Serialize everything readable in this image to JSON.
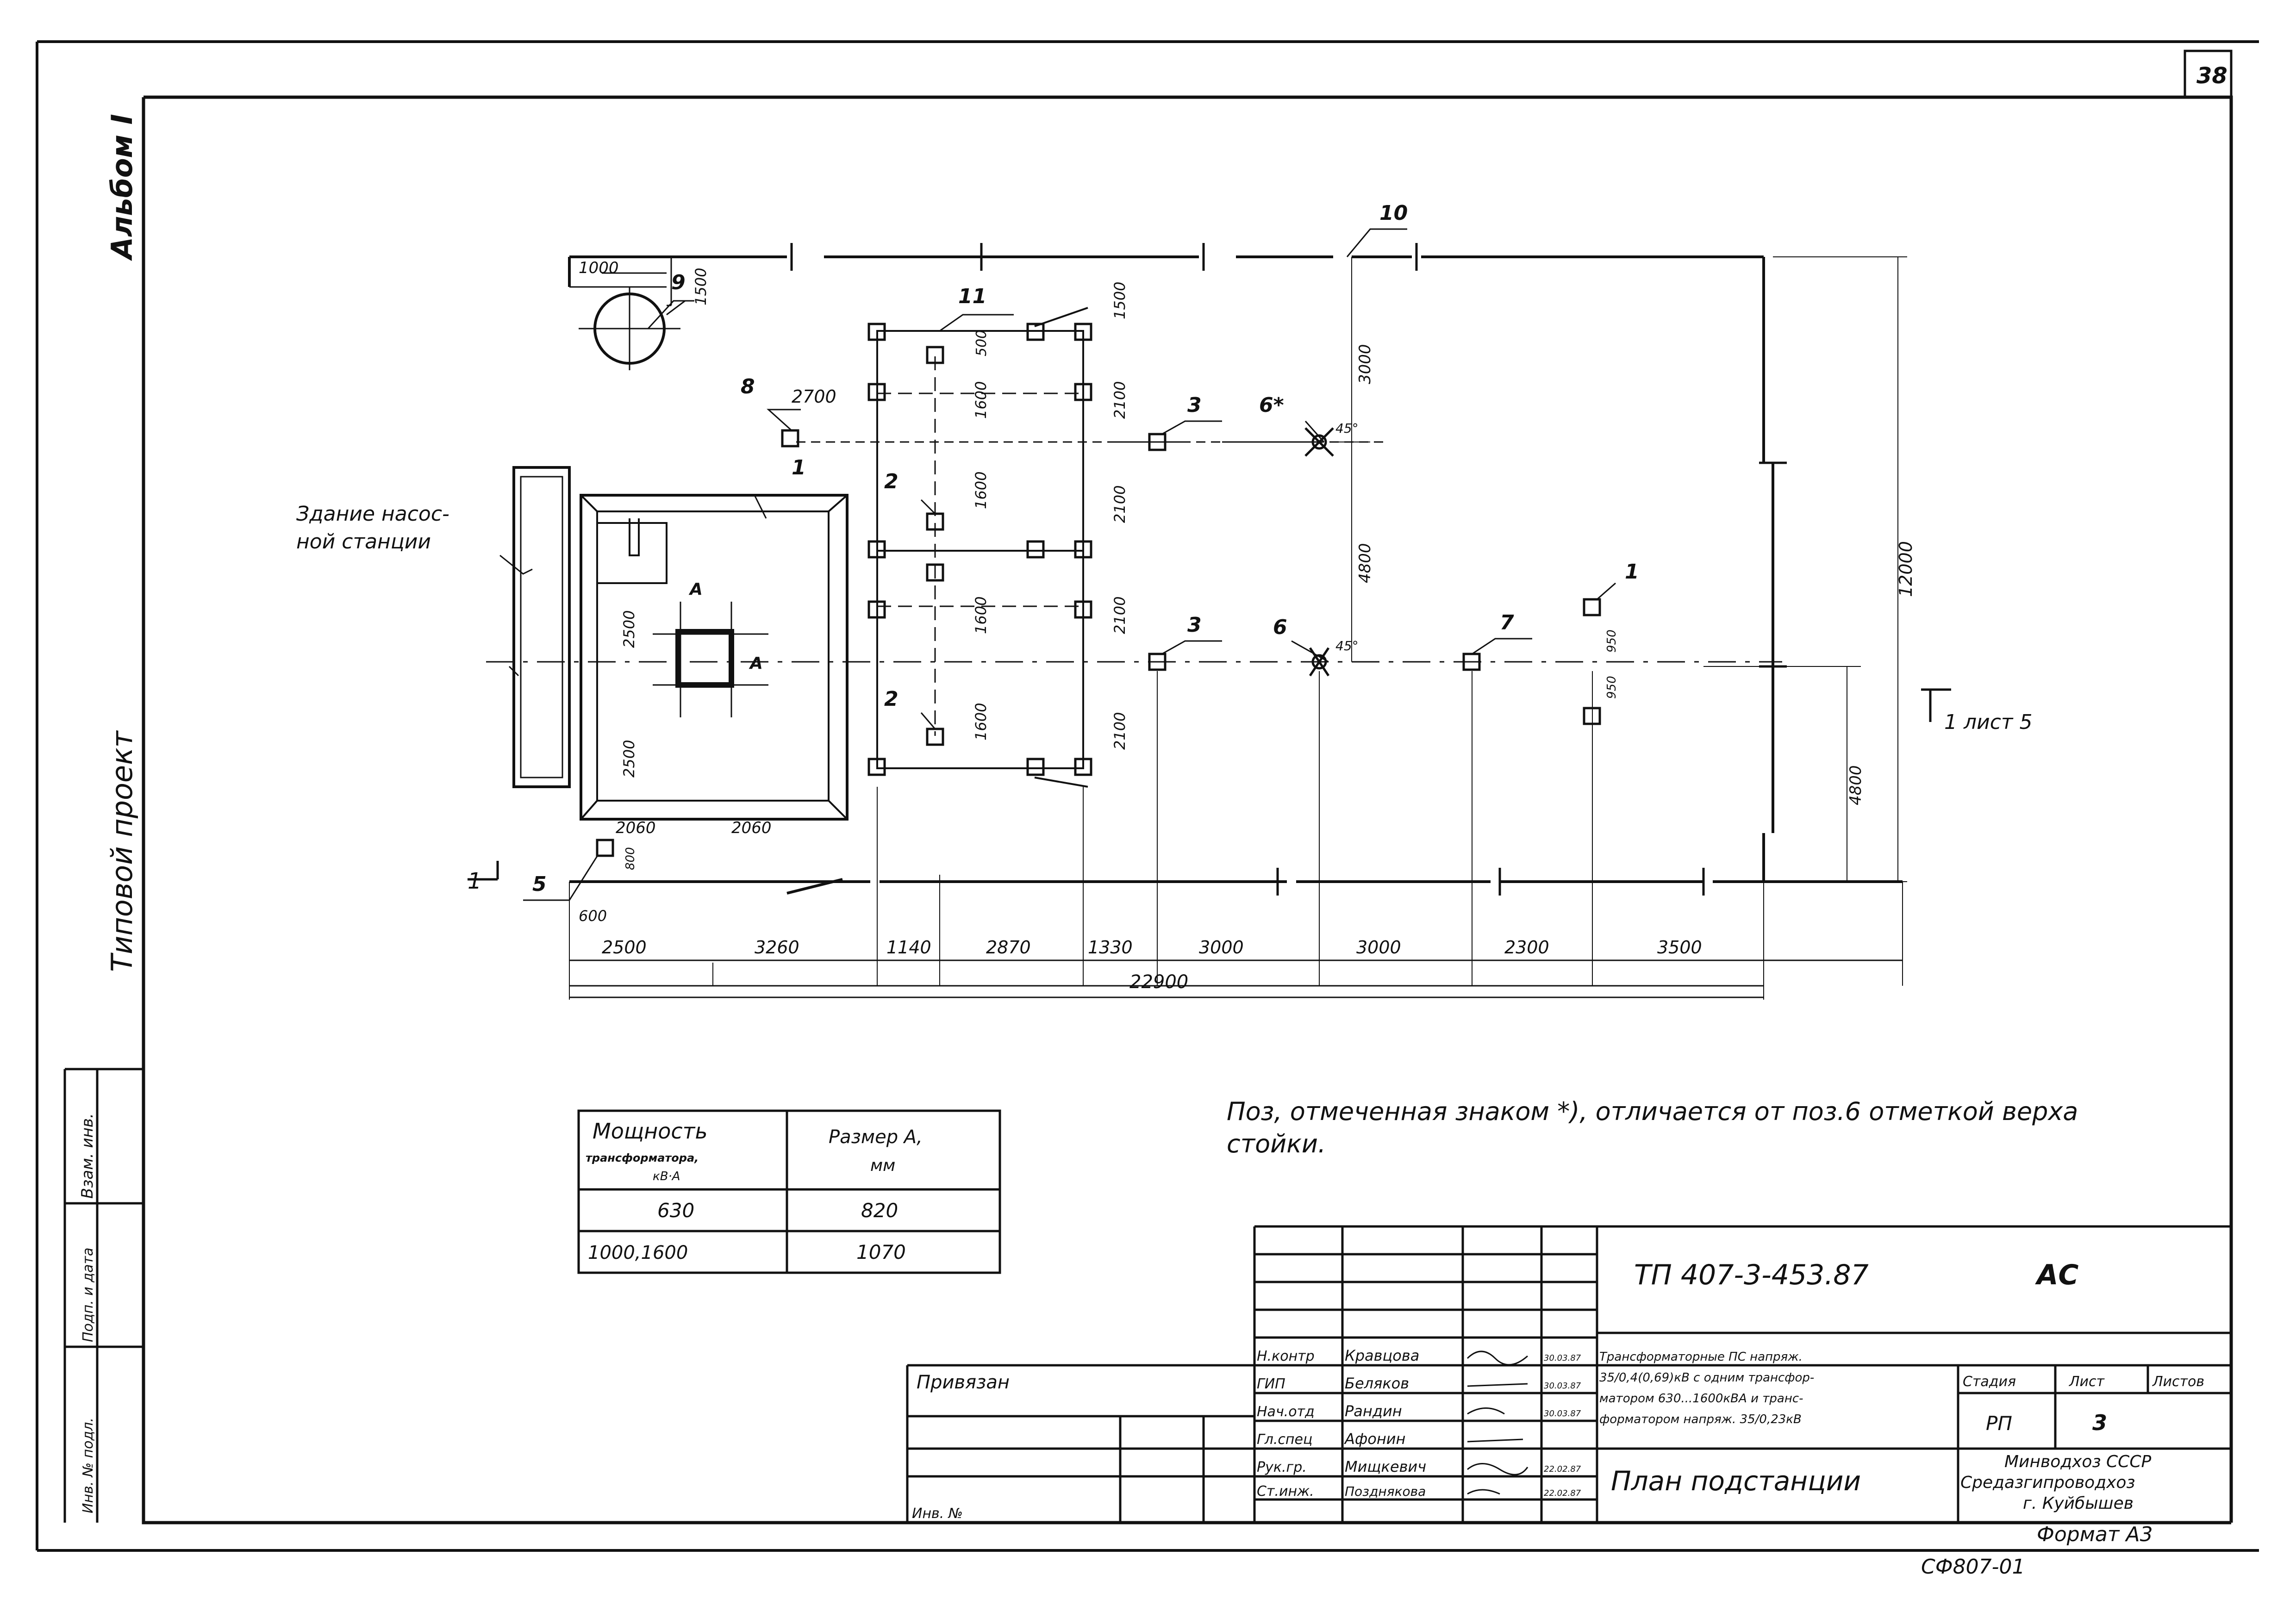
{
  "sheet_number": "38",
  "side": {
    "album": "Альбом I",
    "project": "Типовой проект",
    "stamp_1": "Взам. инв.",
    "stamp_2": "Подп. и дата",
    "stamp_3": "Инв. № подл."
  },
  "labels": {
    "pump_building": [
      "Здание насос-",
      "ной станции"
    ],
    "section_ref": "1 лист 5",
    "section_mark": "1"
  },
  "positions": {
    "p1": "1",
    "p1b": "1",
    "p2a": "2",
    "p2b": "2",
    "p3a": "3",
    "p3b": "3",
    "p5": "5",
    "p6a": "6*",
    "p6b": "6",
    "p7": "7",
    "p8": "8",
    "p9": "9",
    "p10": "10",
    "p11": "11",
    "pA1": "A",
    "pA2": "A"
  },
  "dims": {
    "d1000": "1000",
    "d1500": "1500",
    "d2700": "2700",
    "d1500b": "1500",
    "d500": "500",
    "d1600a": "1600",
    "d2100a": "2100",
    "d1600b": "1600",
    "d2100b": "2100",
    "d1600c": "1600",
    "d2100c": "2100",
    "d1600d": "1600",
    "d2100d": "2100",
    "d3000v": "3000",
    "d4800v": "4800",
    "d12000": "12000",
    "d4800b": "4800",
    "d950a": "950",
    "d950b": "950",
    "d2500a": "2500",
    "d2500b": "2500",
    "d2060a": "2060",
    "d2060b": "2060",
    "d800": "800",
    "d600": "600",
    "d45a": "45°",
    "d45b": "45°",
    "bottom": [
      "2500",
      "3260",
      "1140",
      "2870",
      "1330",
      "3000",
      "3000",
      "2300",
      "3500"
    ],
    "total": "22900"
  },
  "power_table": {
    "headers": [
      [
        "Мощность",
        "трансформатора,",
        "кВ·А"
      ],
      [
        "Размер А,",
        "мм"
      ]
    ],
    "rows": [
      [
        "630",
        "820"
      ],
      [
        "1000,1600",
        "1070"
      ]
    ]
  },
  "note": [
    "Поз, отмеченная знаком *), отличается от поз.6 отметкой верха",
    "стойки."
  ],
  "title_block": {
    "code": "ТП 407-3-453.87",
    "section": "АС",
    "bound": "Привязан",
    "inv": "Инв. №",
    "staff": [
      [
        "Н.контр",
        "Кравцова",
        "30.03.87"
      ],
      [
        "ГИП",
        "Беляков",
        "30.03.87"
      ],
      [
        "Нач.отд",
        "Рандин",
        "30.03.87"
      ],
      [
        "Гл.спец",
        "Афонин",
        ""
      ],
      [
        "Рук.гр.",
        "Мищкевич",
        "22.02.87"
      ],
      [
        "Ст.инж.",
        "Позднякова",
        "22.02.87"
      ]
    ],
    "description": [
      "Трансформаторные ПС напряж.",
      "35/0,4(0,69)кВ с одним трансфор-",
      "матором 630...1600кВА и транс-",
      "форматором напряж. 35/0,23кВ"
    ],
    "stage_h": "Стадия",
    "sheet_h": "Лист",
    "sheets_h": "Листов",
    "stage": "РП",
    "sheet": "3",
    "drawing_title": "План подстанции",
    "org": [
      "Минводхоз СССР",
      "Средазгипроводхоз",
      "г. Куйбышев"
    ],
    "format": "Формат А3",
    "footer_code": "СФ807-01"
  }
}
